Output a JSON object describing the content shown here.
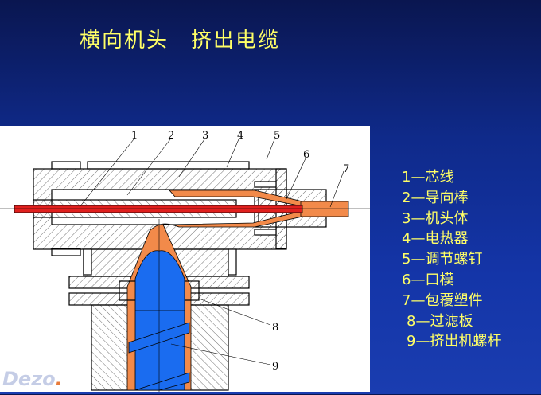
{
  "title": "横向机头　挤出电缆",
  "diagram_labels": [
    "1",
    "2",
    "3",
    "4",
    "5",
    "6",
    "7",
    "8",
    "9"
  ],
  "legend": [
    "1—芯线",
    "2—导向棒",
    "3—机头体",
    "4—电热器",
    "5—调节螺钉",
    "6—口模",
    "7—包覆塑件",
    "8—过滤板",
    "9—挤出机螺杆"
  ],
  "watermark": "Dezo",
  "colors": {
    "title": "#ffff66",
    "plastic": "#f28a4a",
    "wire": "#e0201e",
    "screw": "#1a6cf0"
  }
}
